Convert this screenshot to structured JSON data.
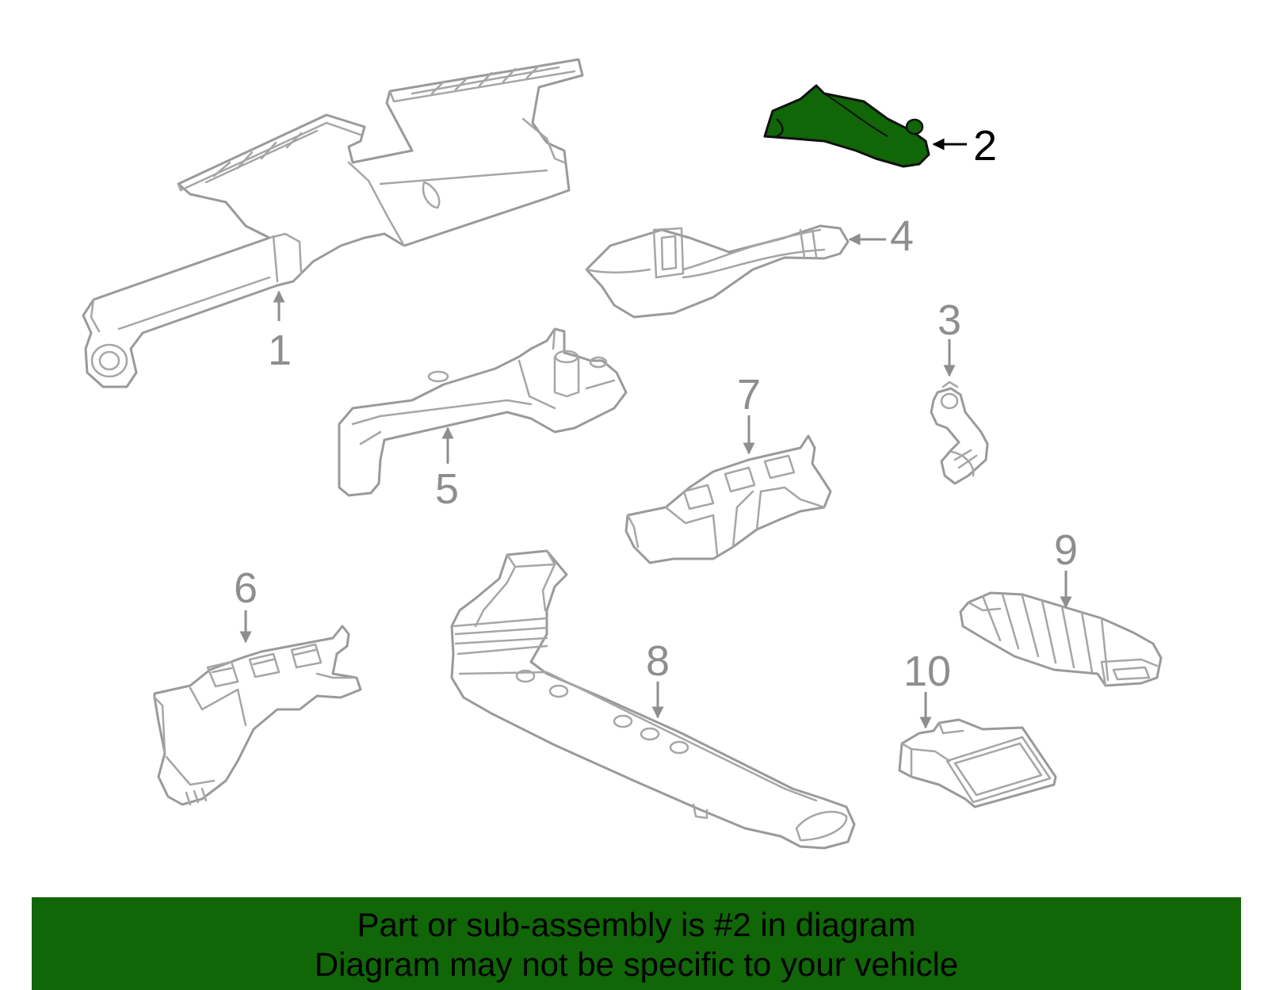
{
  "diagram": {
    "callouts": {
      "c1": "1",
      "c2": "2",
      "c3": "3",
      "c4": "4",
      "c5": "5",
      "c6": "6",
      "c7": "7",
      "c8": "8",
      "c9": "9",
      "c10": "10"
    },
    "highlighted_part": "2",
    "colors": {
      "highlight": "#116608",
      "line_art": "#9a9a9a",
      "banner": "#116608",
      "callout_highlight": "#000000",
      "callout_normal": "#8e8e8e"
    }
  },
  "banner": {
    "line1": "Part or sub-assembly is #2 in diagram",
    "line2": "Diagram may not be specific to your vehicle"
  }
}
